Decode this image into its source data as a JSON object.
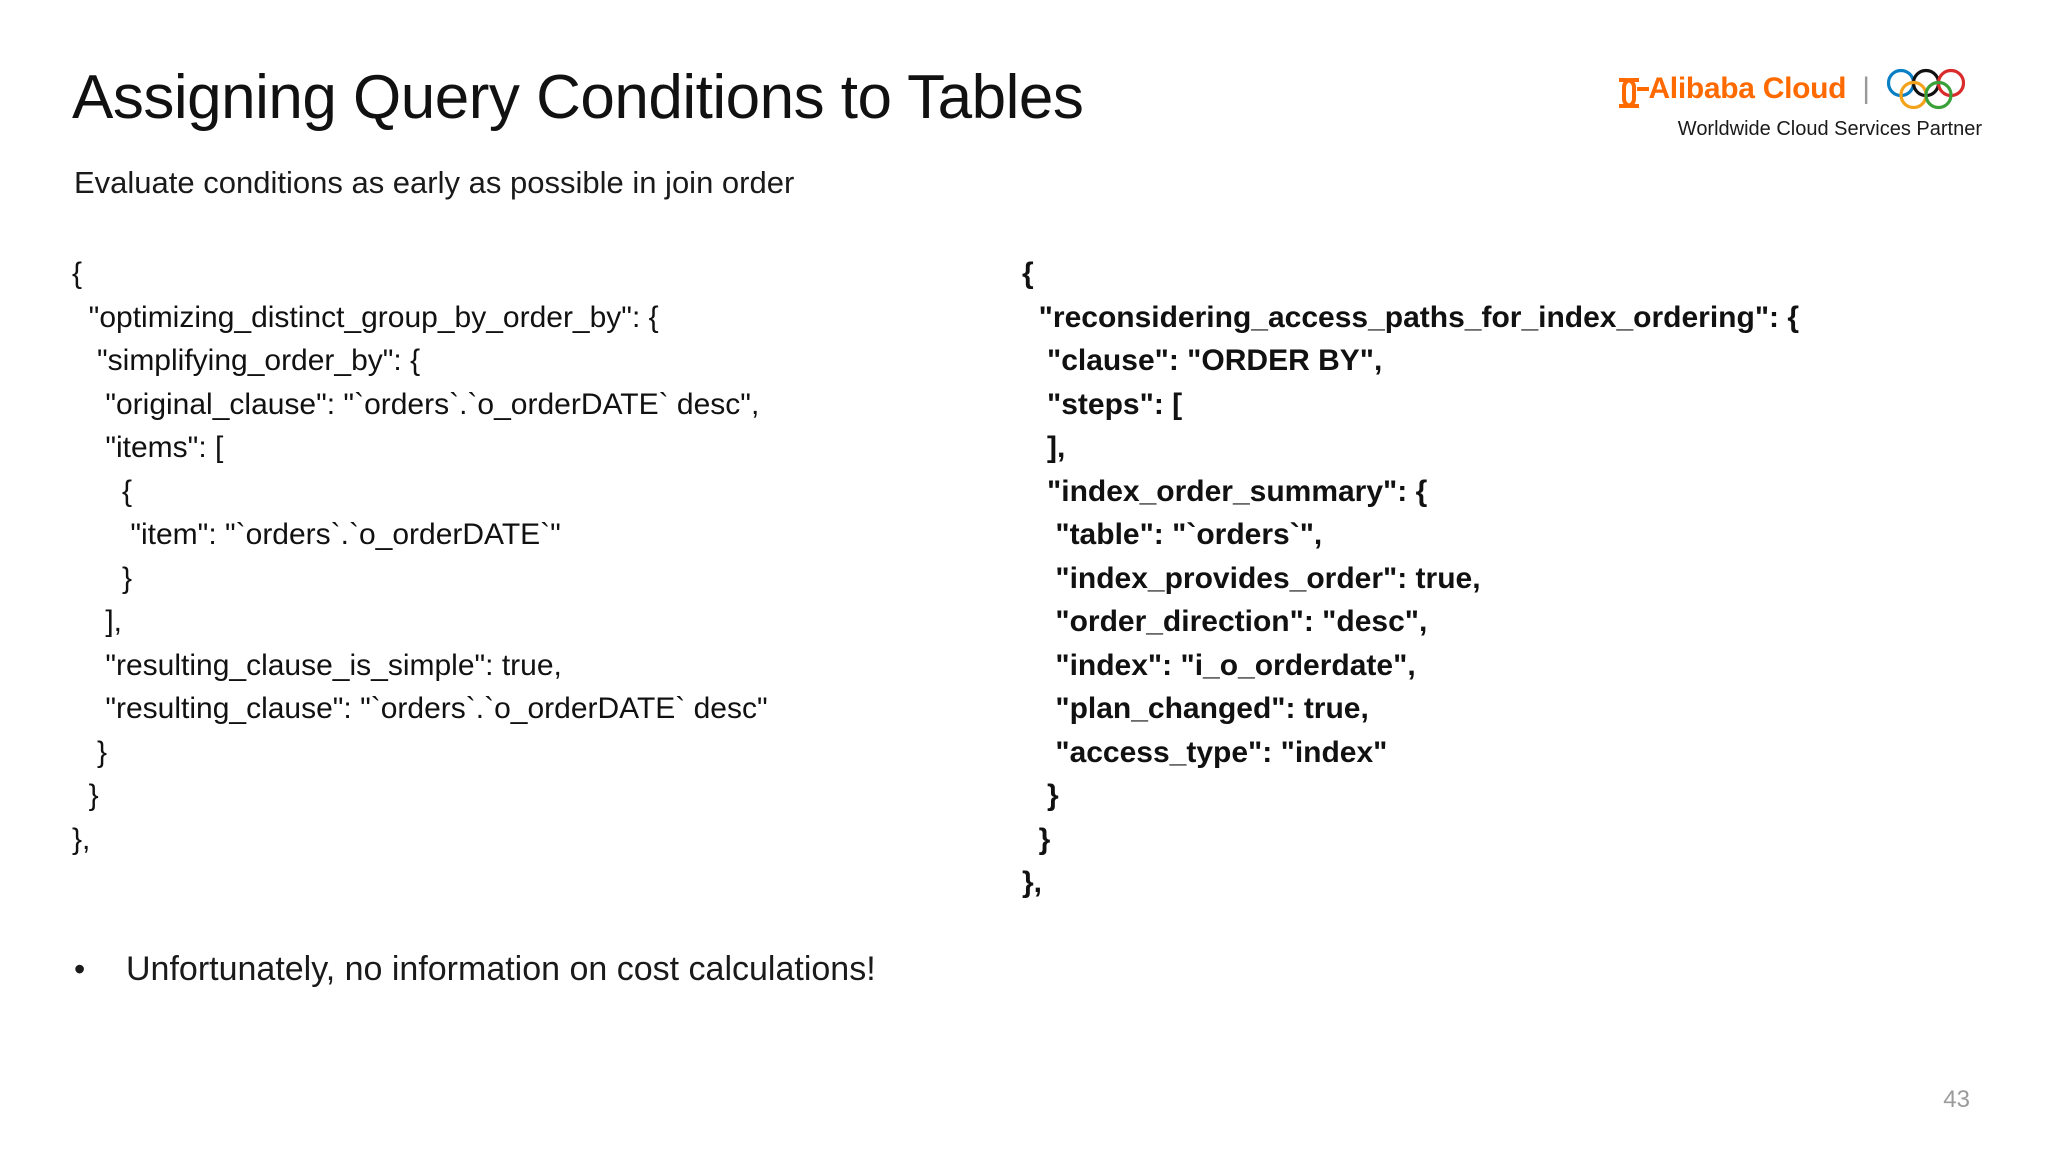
{
  "slide": {
    "title": "Assigning Query Conditions to Tables",
    "subtitle": "Evaluate conditions as early as possible in join order",
    "page_number": "43",
    "bullet": {
      "marker": "•",
      "text": "Unfortunately, no information on cost calculations!"
    }
  },
  "logo": {
    "brand": "Alibaba Cloud",
    "divider": "|",
    "tagline": "Worldwide Cloud Services Partner",
    "brand_color": "#ff6a00",
    "ring_colors": [
      "#0b7fc4",
      "#111111",
      "#d92b2b",
      "#f2a31b",
      "#3aa03a"
    ]
  },
  "code_left": {
    "bold": false,
    "lines": [
      "{",
      "  \"optimizing_distinct_group_by_order_by\": {",
      "   \"simplifying_order_by\": {",
      "    \"original_clause\": \"`orders`.`o_orderDATE` desc\",",
      "    \"items\": [",
      "      {",
      "       \"item\": \"`orders`.`o_orderDATE`\"",
      "      }",
      "    ],",
      "    \"resulting_clause_is_simple\": true,",
      "    \"resulting_clause\": \"`orders`.`o_orderDATE` desc\"",
      "   }",
      "  }",
      "},"
    ]
  },
  "code_right": {
    "bold": true,
    "lines": [
      "{",
      "  \"reconsidering_access_paths_for_index_ordering\": {",
      "   \"clause\": \"ORDER BY\",",
      "   \"steps\": [",
      "   ],",
      "   \"index_order_summary\": {",
      "    \"table\": \"`orders`\",",
      "    \"index_provides_order\": true,",
      "    \"order_direction\": \"desc\",",
      "    \"index\": \"i_o_orderdate\",",
      "    \"plan_changed\": true,",
      "    \"access_type\": \"index\"",
      "   }",
      "  }",
      "},"
    ]
  }
}
